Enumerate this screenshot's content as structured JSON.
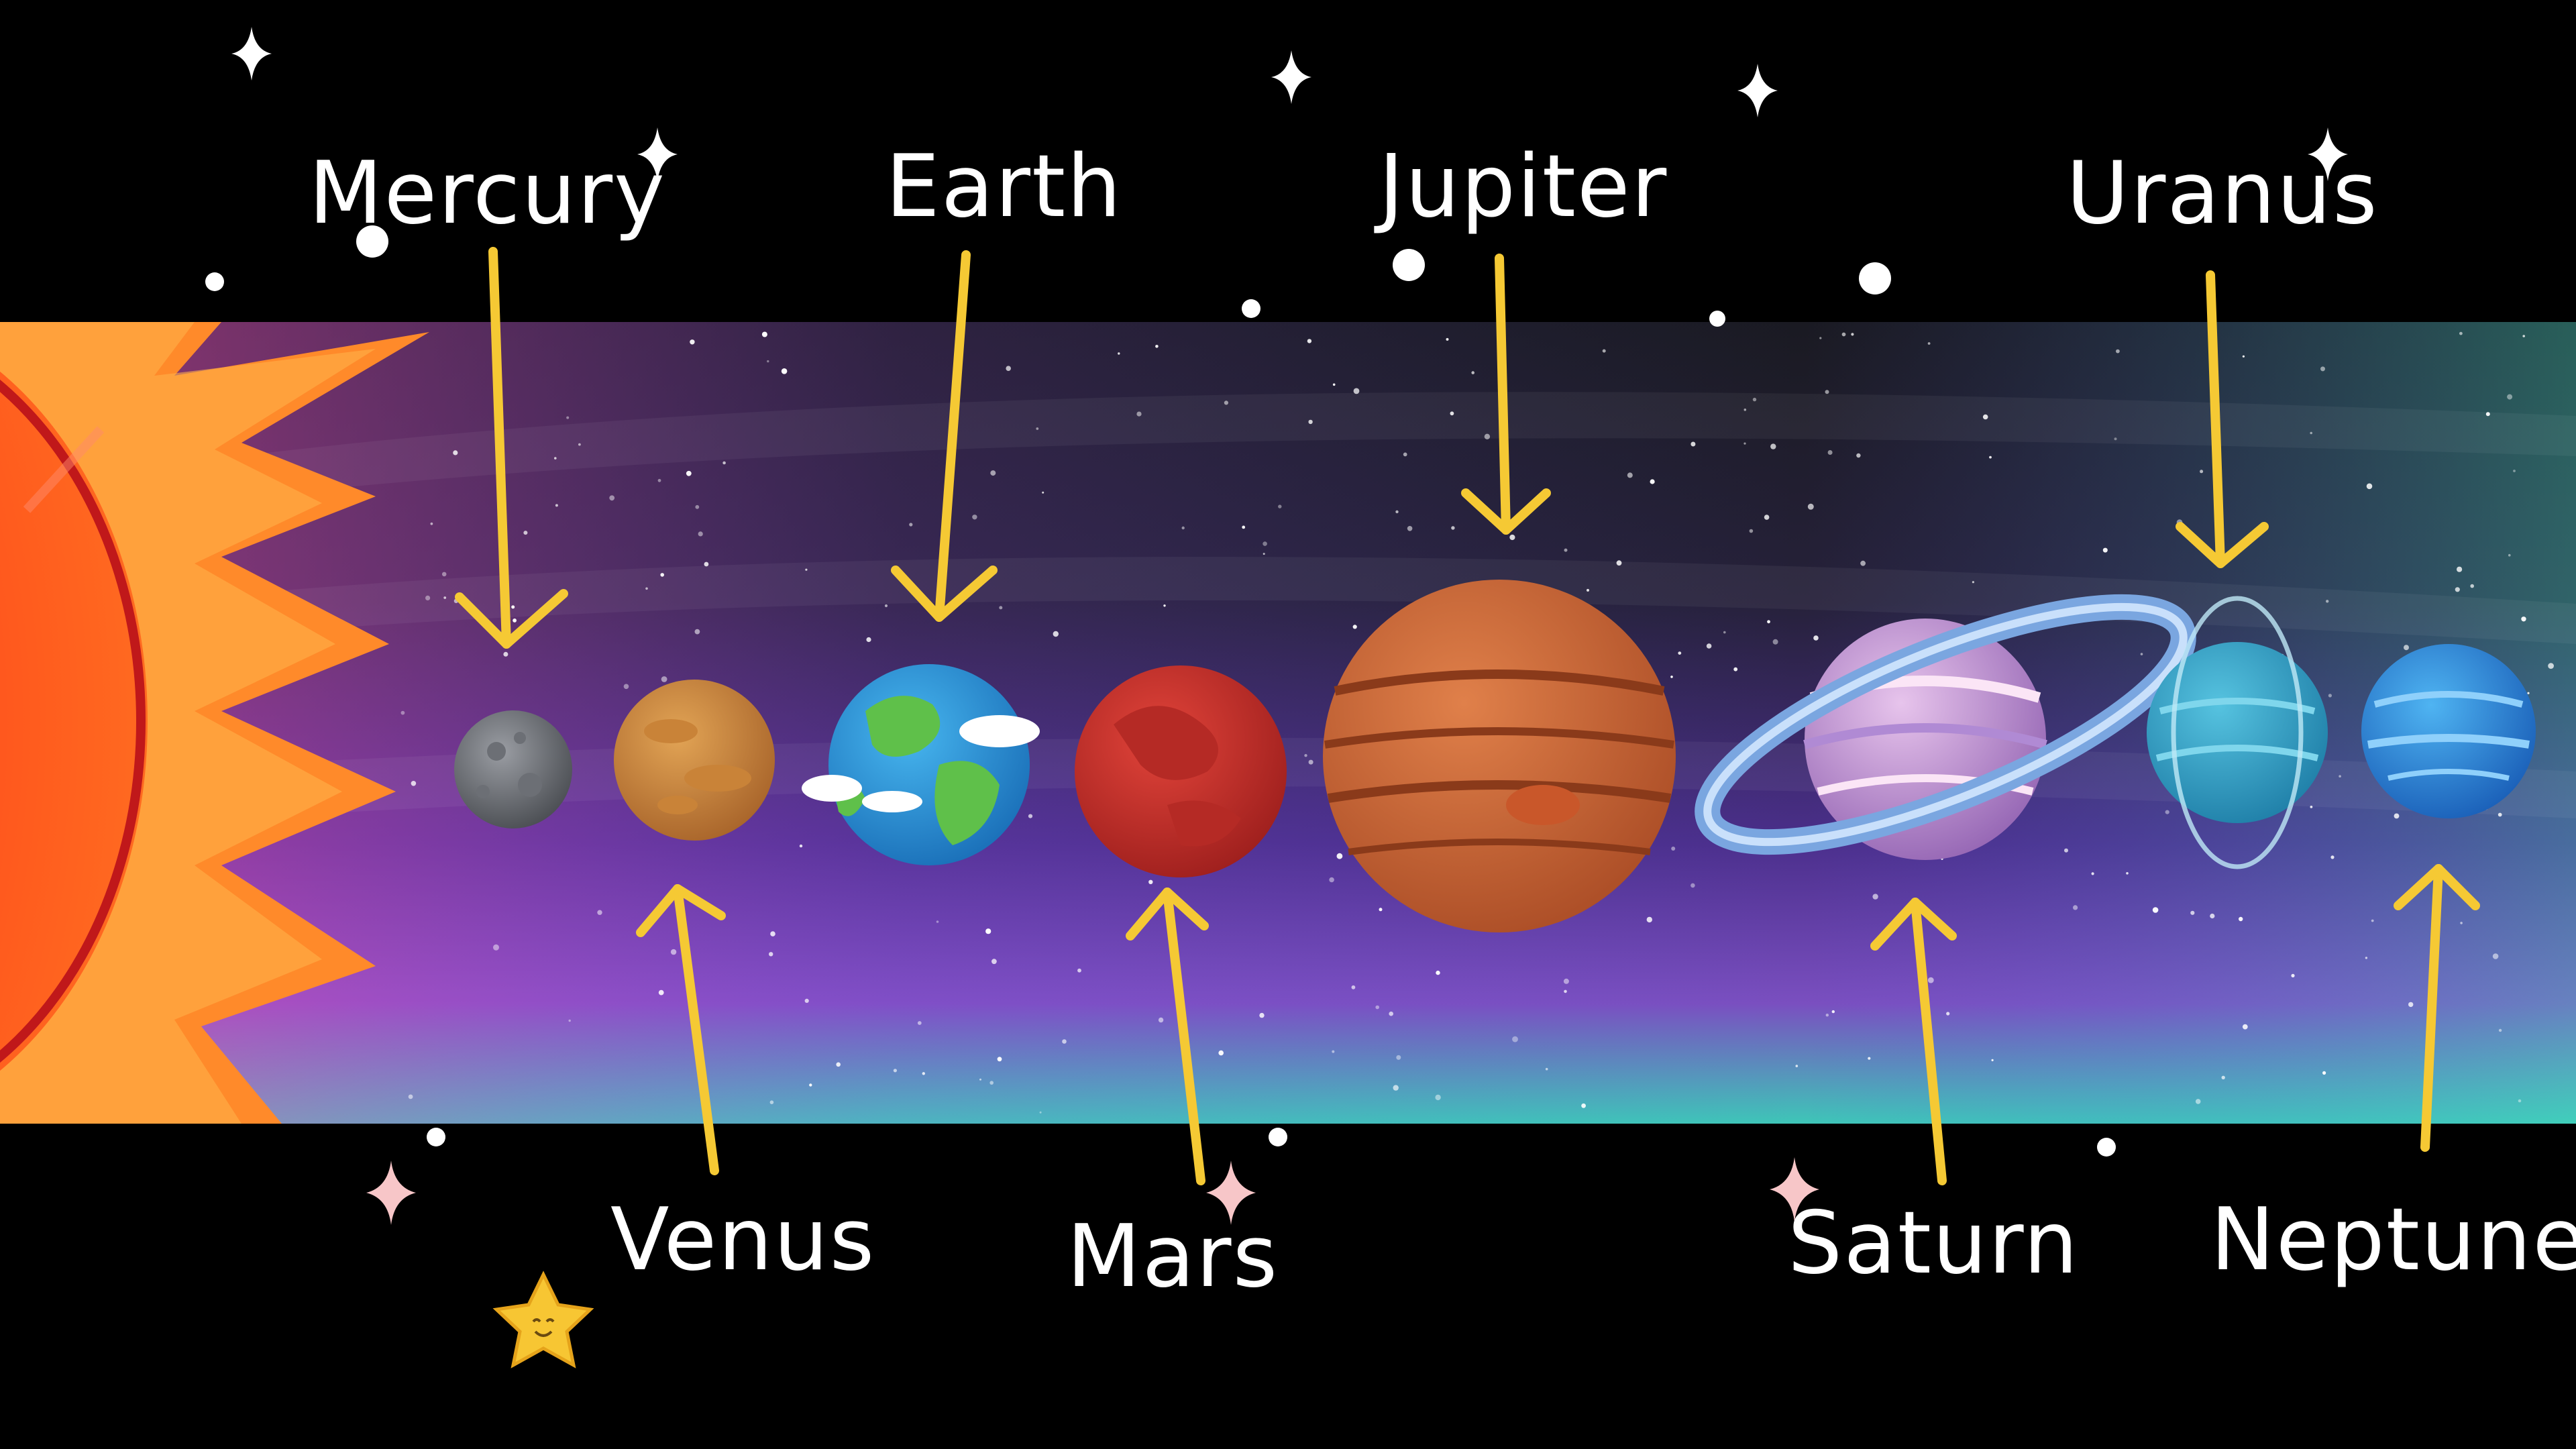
{
  "labels": {
    "mercury": "Mercury",
    "venus": "Venus",
    "earth": "Earth",
    "mars": "Mars",
    "jupiter": "Jupiter",
    "saturn": "Saturn",
    "uranus": "Uranus",
    "neptune": "Neptune"
  },
  "colors": {
    "background": "#000000",
    "arrow": "#F5C934",
    "label_text": "#FFFFFF"
  }
}
